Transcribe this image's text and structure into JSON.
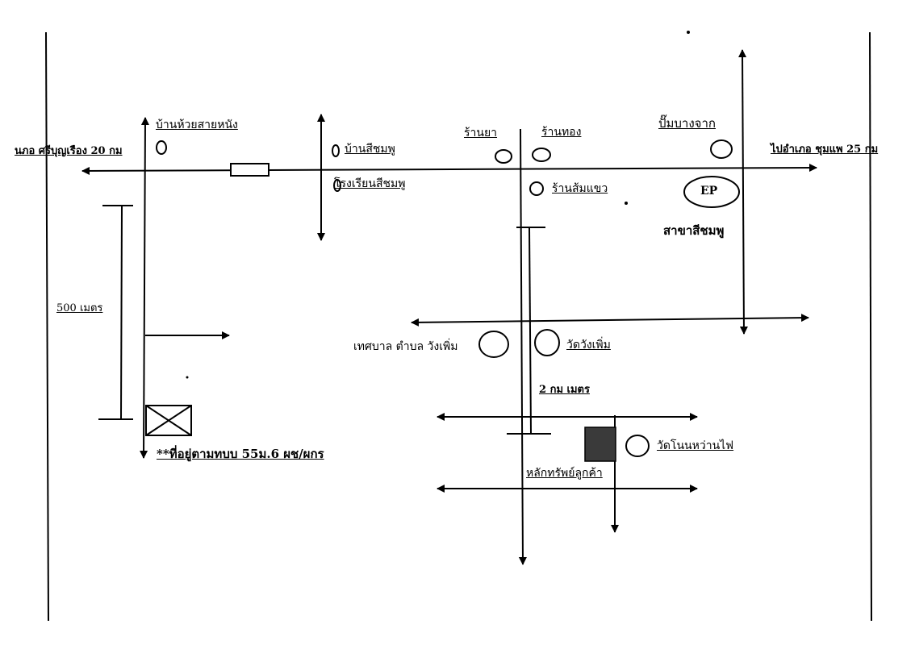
{
  "labels": {
    "huai_sai_nang": "บ้านห้วยสายหนัง",
    "to_si_bun_rueang": "นภอ ศรีบุญเรือง 20 กม",
    "ban_si_chomphu": "บ้านสีชมพู",
    "school_si_chomphu": "โรงเรียนสีชมพู",
    "pharmacy": "ร้านยา",
    "gold_shop": "ร้านทอง",
    "ban_som_khaeo": "ร้านส้มแขว",
    "pump_bang_chak": "ปั๊มบางจาก",
    "to_chum_phae": "ไปอำเภอ ชุมแพ 25 กม",
    "ep_marker": "EP",
    "branch_si_chomphu": "สาขาสีชมพู",
    "distance_500m": "500 เมตร",
    "municipality": "เทศบาล ตำบล วังเพิ่ม",
    "wat_wang_phoem": "วัดวังเพิ่ม",
    "distance_2km": "2 กม เมตร",
    "address_note": "**ที่อยู่ตามทบบ 55ม.6 ผช/ผกร",
    "wat_non_wan_phai": "วัดโนนหว่านไฟ",
    "collateral": "หลักทรัพย์ลูกค้า"
  },
  "colors": {
    "ink": "#000000",
    "paper": "#ffffff",
    "collateral_fill": "#3a3a3a"
  }
}
